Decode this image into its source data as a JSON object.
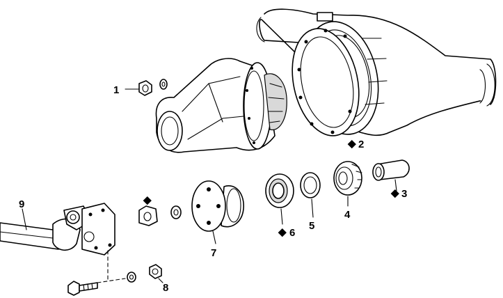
{
  "diagram": {
    "callouts": [
      {
        "id": "c1",
        "text": "1"
      },
      {
        "id": "c2",
        "text": "2",
        "marked": true
      },
      {
        "id": "c3",
        "text": "3",
        "marked": true
      },
      {
        "id": "c4",
        "text": "4"
      },
      {
        "id": "c5",
        "text": "5"
      },
      {
        "id": "c6",
        "text": "6",
        "marked": true
      },
      {
        "id": "c7",
        "text": "7"
      },
      {
        "id": "c8",
        "text": "8"
      },
      {
        "id": "c9",
        "text": "9"
      }
    ],
    "diamond_symbol": "◆"
  }
}
